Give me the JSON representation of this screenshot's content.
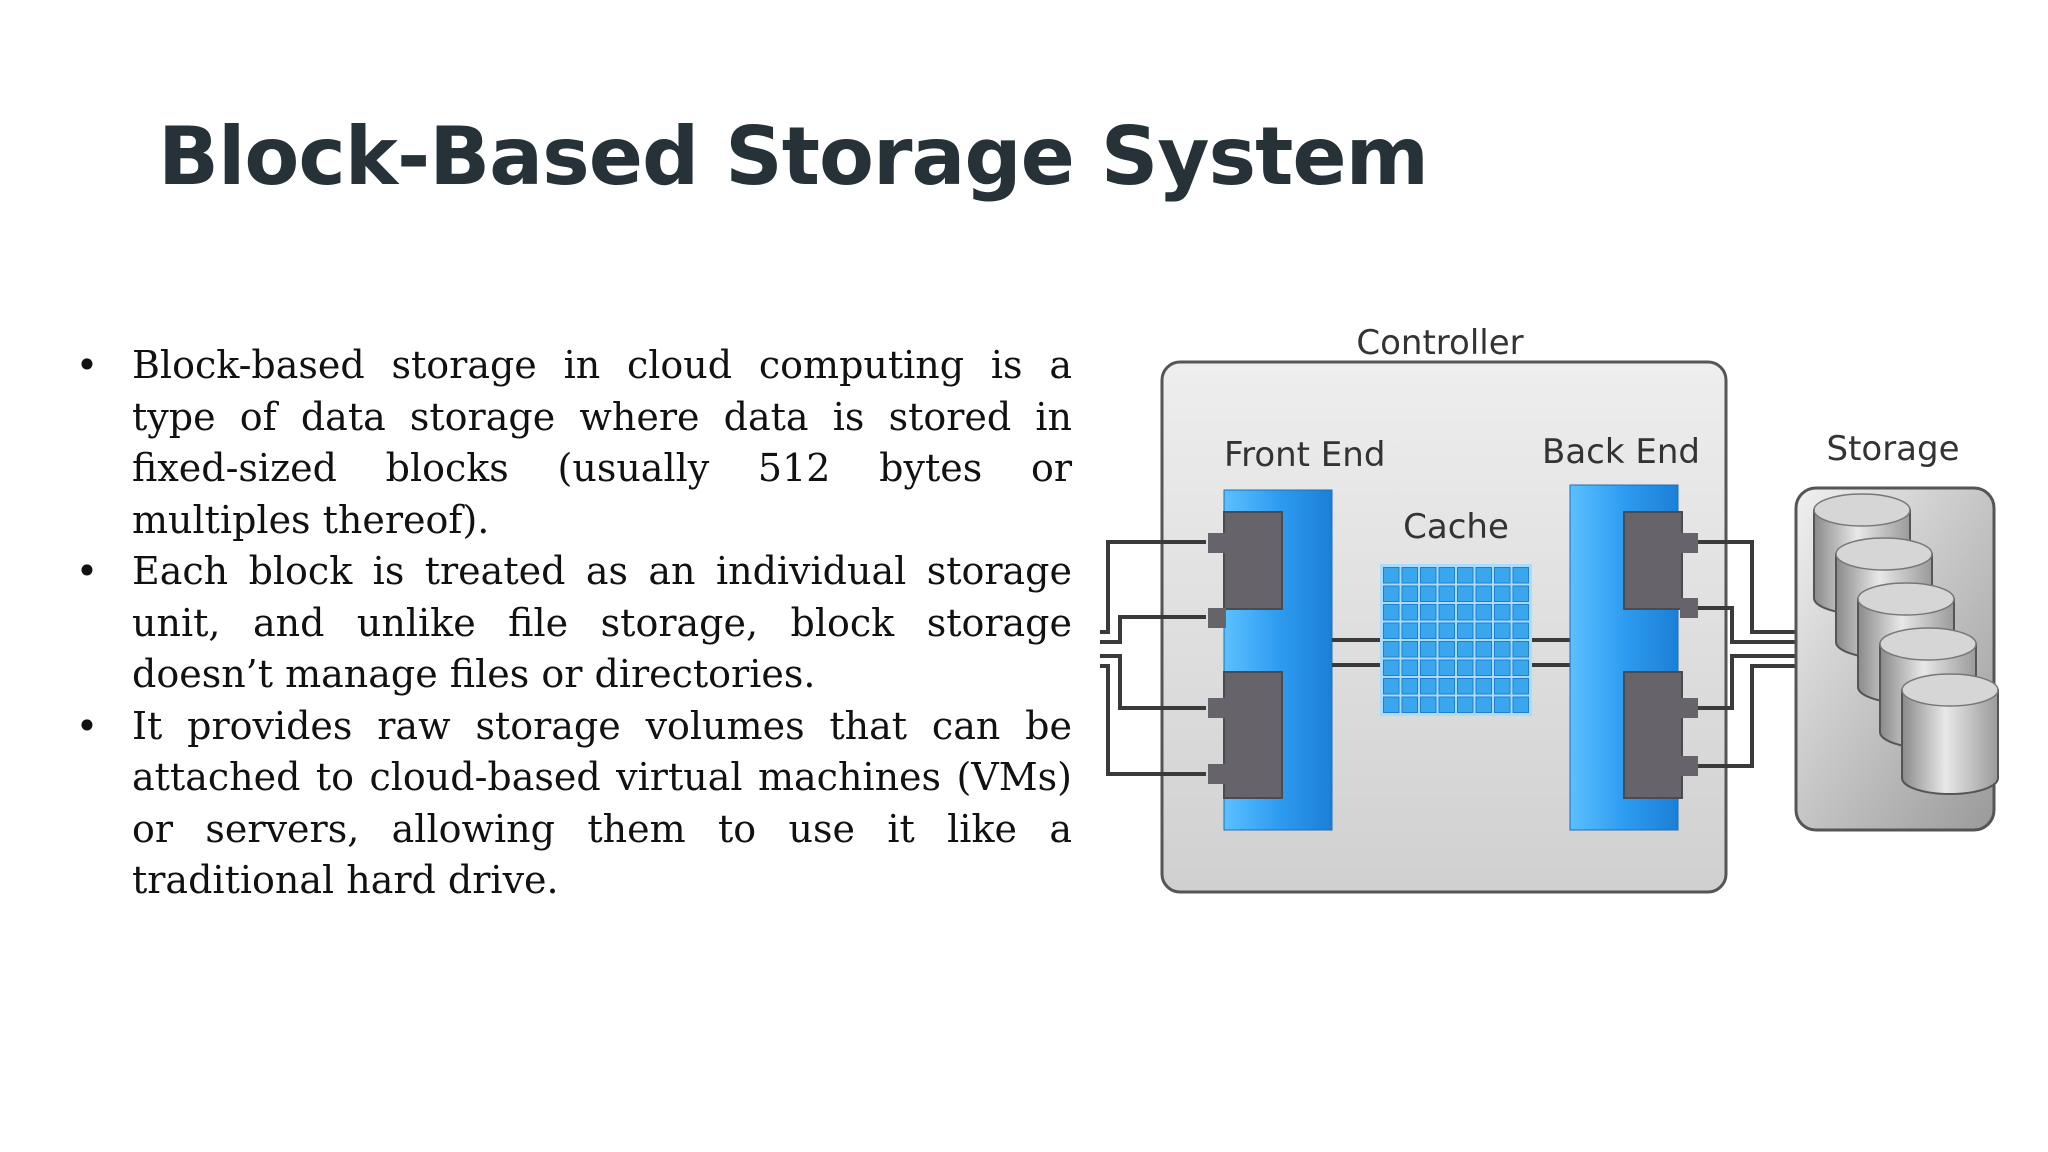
{
  "slide": {
    "title": "Block-Based Storage System",
    "bullets": [
      "Block-based storage in cloud computing is a type of data storage where data is stored in fixed-sized blocks (usually 512 bytes or multiples thereof).",
      "Each block is treated as an individual storage unit, and unlike file storage, block storage doesn’t manage files or directories.",
      "It provides raw storage volumes that can be attached to cloud-based virtual machines (VMs) or servers, allowing them to use it like a traditional hard drive."
    ],
    "bullet_symbol": "•"
  },
  "diagram": {
    "controller_label": "Controller",
    "front_end_label": "Front End",
    "back_end_label": "Back End",
    "cache_label": "Cache",
    "storage_label": "Storage"
  },
  "colors": {
    "title": "#263238",
    "body_text": "#111111",
    "accent_blue": "#2f9cf0",
    "cache_blue": "#3aa6ee",
    "controller_fill": "#e3e3e3",
    "port_gray": "#66646a"
  }
}
